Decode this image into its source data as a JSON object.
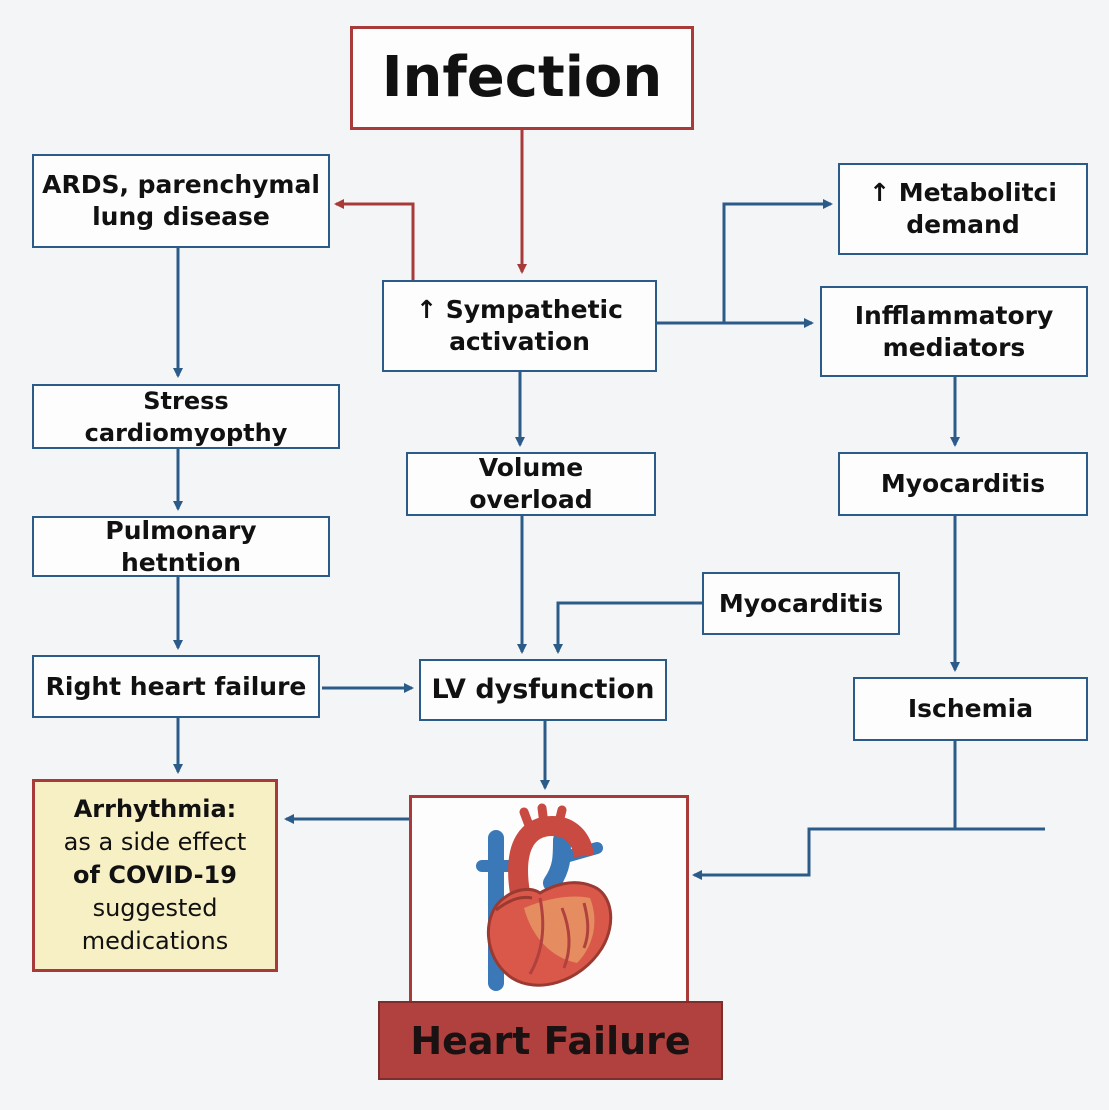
{
  "nodes": {
    "infection": "Infection",
    "ards": [
      "ARDS, parenchymal",
      "lung disease"
    ],
    "sympathetic": [
      "↑ Sympathetic",
      "activation"
    ],
    "metabolic": [
      "↑ Metabolitci",
      "demand"
    ],
    "inflammatory": [
      "Infflammatory",
      "mediators"
    ],
    "stress": "Stress cardiomyopthy",
    "volume": "Volume overload",
    "myocarditis_right": "Myocarditis",
    "pulmonary": "Pulmonary hetntion",
    "myocarditis_mid": "Myocarditis",
    "right_hf": "Right heart failure",
    "lv": "LV dysfunction",
    "ischemia": "Ischemia",
    "arrhythmia": [
      "Arrhythmia:",
      "as a side effect",
      "of COVID-19",
      "suggested",
      "medications"
    ],
    "heart_failure": "Heart Failure"
  },
  "colors": {
    "blue_line": "#2b5b89",
    "red_line": "#a83a3a",
    "heart_failure_fill": "#b0413e",
    "arrhythmia_fill": "#f7f0c4"
  },
  "icons": [
    "heart-icon"
  ]
}
